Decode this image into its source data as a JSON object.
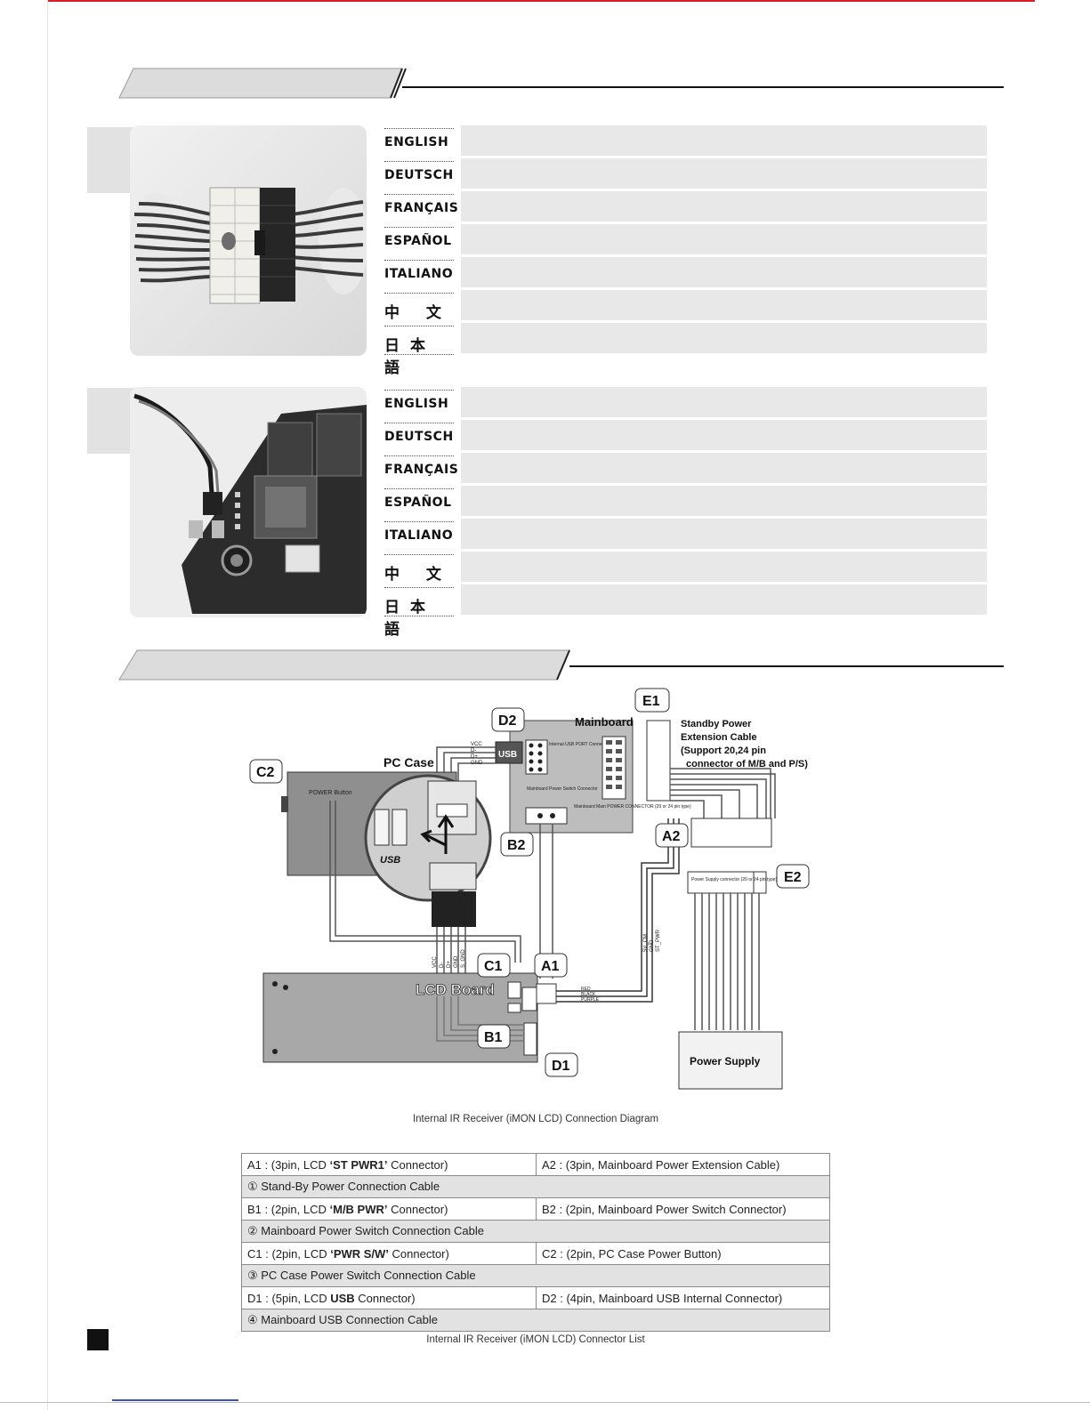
{
  "languages_block1": [
    {
      "label": "ENGLISH",
      "cjk": false
    },
    {
      "label": "DEUTSCH",
      "cjk": false
    },
    {
      "label": "FRANÇAIS",
      "cjk": false
    },
    {
      "label": "ESPAÑOL",
      "cjk": false
    },
    {
      "label": "ITALIANO",
      "cjk": false
    },
    {
      "label": "中 文",
      "cjk": true
    },
    {
      "label": "日本語",
      "cjk": true
    }
  ],
  "languages_block2": [
    {
      "label": "ENGLISH",
      "cjk": false
    },
    {
      "label": "DEUTSCH",
      "cjk": false
    },
    {
      "label": "FRANÇAIS",
      "cjk": false
    },
    {
      "label": "ESPAÑOL",
      "cjk": false
    },
    {
      "label": "ITALIANO",
      "cjk": false
    },
    {
      "label": "中 文",
      "cjk": true
    },
    {
      "label": "日本語",
      "cjk": true
    }
  ],
  "diagram": {
    "labels": {
      "pc_case": "PC Case",
      "mainboard": "Mainboard",
      "lcd_board": "LCD Board",
      "power_supply": "Power Supply",
      "power_button": "POWER Button",
      "usb": "USB",
      "standby_line1": "Standby Power",
      "standby_line2": "Extension Cable",
      "standby_line3": "(Support 20,24 pin",
      "standby_line4": "connector of M/B and P/S)",
      "internal_usb": "Internal USB PORT Connector",
      "mb_switch": "Mainboard Power Switch Connector",
      "mb_main_power": "Mainboard Main POWER CONNECTOR (20 or 24 pin type)",
      "ps_connector": "Power Supply connector (20 or 24 pin type)",
      "pins_top": [
        "VCC",
        "D-",
        "D+",
        "GND"
      ],
      "pins_lcd": [
        "VCC",
        "D-",
        "D+",
        "GND",
        "S_GND"
      ],
      "wires_lcd": [
        "RED",
        "BLACK",
        "PURPLE"
      ],
      "wires_ps": [
        "5V_CM",
        "GND",
        "ST_PWR"
      ]
    },
    "callouts": [
      "E1",
      "D2",
      "C2",
      "A2",
      "B2",
      "E2",
      "C1",
      "A1",
      "B1",
      "D1"
    ],
    "caption": "Internal IR Receiver (iMON LCD) Connection Diagram",
    "colors": {
      "pc_case": "#8f8f8f",
      "mainboard": "#bdbdbd",
      "lcd_board": "#a8a8a8",
      "power_supply": "#f2f2f2"
    }
  },
  "connector_table": {
    "rows": [
      {
        "type": "pair",
        "left": [
          "A1 : (3pin, LCD ",
          "‘ST PWR1’",
          " Connector)"
        ],
        "right": "A2 : (3pin, Mainboard Power Extension Cable)"
      },
      {
        "type": "full",
        "text": "① Stand-By Power Connection Cable"
      },
      {
        "type": "pair",
        "left": [
          "B1 : (2pin, LCD ",
          "‘M/B PWR’",
          " Connector)"
        ],
        "right": "B2 : (2pin, Mainboard Power Switch Connector)"
      },
      {
        "type": "full",
        "text": "② Mainboard Power Switch Connection Cable"
      },
      {
        "type": "pair",
        "left": [
          "C1 : (2pin, LCD ",
          "‘PWR S/W’",
          " Connector)"
        ],
        "right": "C2 : (2pin, PC Case Power Button)"
      },
      {
        "type": "full",
        "text": "③ PC Case Power Switch Connection Cable"
      },
      {
        "type": "pair",
        "left": [
          "D1 : (5pin, LCD ",
          "USB",
          " Connector)"
        ],
        "right": "D2 : (4pin, Mainboard USB Internal Connector)"
      },
      {
        "type": "full",
        "text": "④ Mainboard USB Connection Cable"
      }
    ],
    "caption": "Internal IR Receiver (iMON LCD) Connector List"
  }
}
